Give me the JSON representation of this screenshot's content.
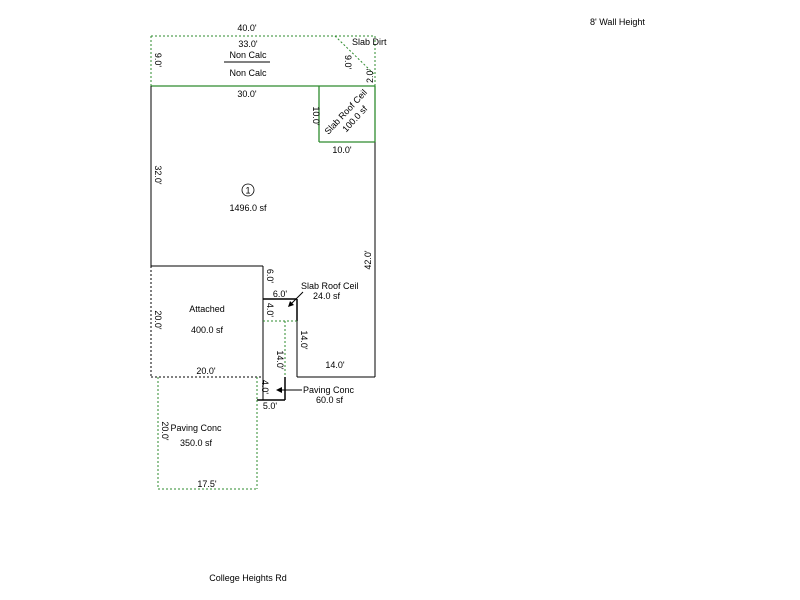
{
  "header": {
    "wall_height": "8' Wall Height"
  },
  "street": "College Heights Rd",
  "dimensions": {
    "top_outer": "40.0'",
    "non_calc_top": "33.0'",
    "non_calc_side": "9.0'",
    "slab_dirt_side": "9.0'",
    "slab_dirt_right": "2.0'",
    "main_top": "30.0'",
    "main_left": "32.0'",
    "main_right": "42.0'",
    "slab_ceil_left": "10.0'",
    "slab_ceil_bottom": "10.0'",
    "notch_left": "6.0'",
    "notch_top": "6.0'",
    "small_left": "4.0'",
    "corridor_right": "14.0'",
    "corridor_left": "14.0'",
    "main_bottom": "14.0'",
    "attached_left": "20.0'",
    "attached_bottom": "20.0'",
    "small_paving_left": "4.0'",
    "small_paving_bottom": "5.0'",
    "paving_left": "20.0'",
    "paving_bottom": "17.5'"
  },
  "areas": {
    "non_calc_1": "Non Calc",
    "non_calc_2": "Non Calc",
    "slab_dirt": "Slab Dirt",
    "slab_roof_ceil": "Slab Roof Ceil",
    "slab_roof_ceil_area": "100.0 sf",
    "main_number": "1",
    "main_area": "1496.0 sf",
    "attached": "Attached",
    "attached_area": "400.0 sf",
    "slab_roof_ceil_small": "Slab Roof Ceil",
    "slab_roof_ceil_small_area": "24.0 sf",
    "paving_small": "Paving Conc",
    "paving_small_area": "60.0 sf",
    "paving_large": "Paving Conc",
    "paving_large_area": "350.0 sf"
  },
  "colors": {
    "lines": "#000000",
    "non_living": "#2e8b2e"
  }
}
